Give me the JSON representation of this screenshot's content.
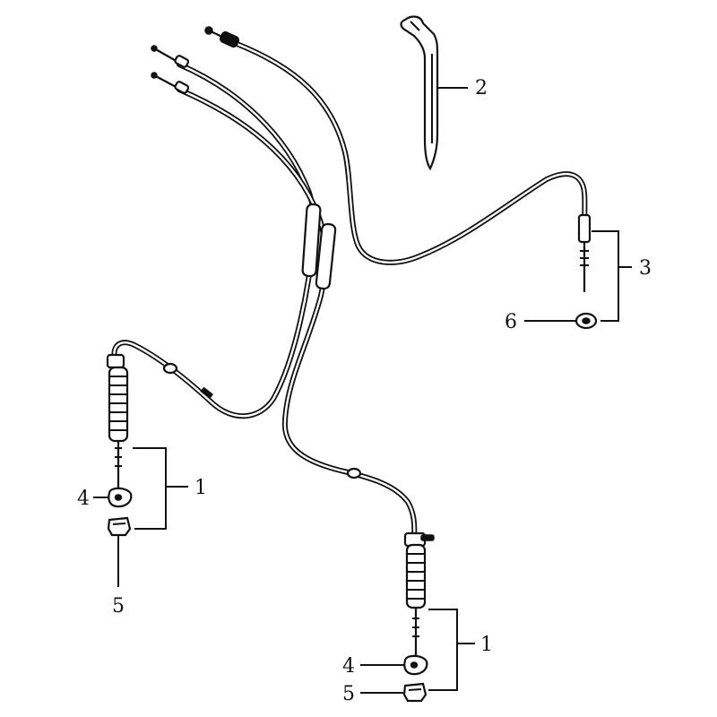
{
  "labels": {
    "part_1_left": "1",
    "part_1_right": "1",
    "part_2": "2",
    "part_3": "3",
    "part_4_left": "4",
    "part_4_right": "4",
    "part_5_left": "5",
    "part_5_right": "5",
    "part_6": "6"
  }
}
